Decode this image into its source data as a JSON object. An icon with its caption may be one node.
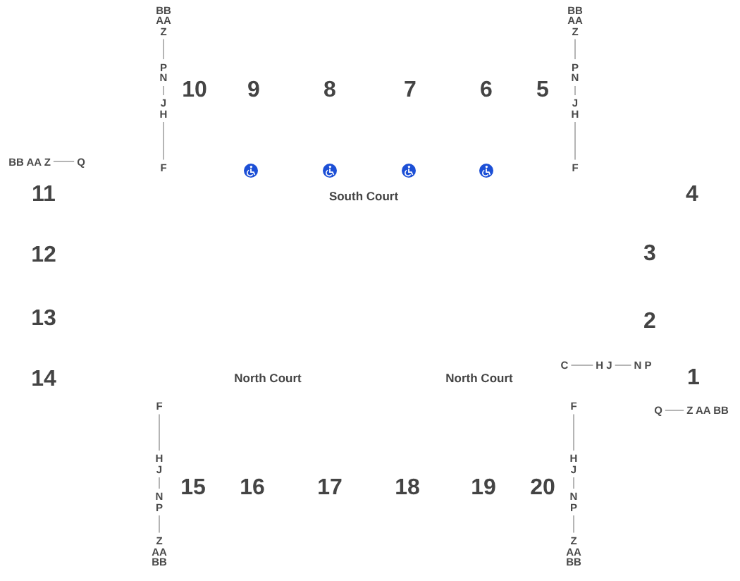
{
  "diagram": {
    "nodes": [
      {
        "text": [
          "BB AA Z"
        ]
      },
      {
        "text": [
          "P N"
        ]
      },
      {
        "text": [
          "J H"
        ]
      },
      {
        "text": [
          "F"
        ]
      },
      {
        "text": [
          "BB AA Z"
        ]
      },
      {
        "text": [
          "P N"
        ]
      },
      {
        "text": [
          "J H"
        ]
      },
      {
        "text": [
          "F"
        ]
      },
      {
        "text": [
          "BB AA Z"
        ]
      },
      {
        "text": [
          "Q"
        ]
      },
      {
        "text": [
          "C"
        ]
      },
      {
        "text": [
          "H J"
        ]
      },
      {
        "text": [
          "N P"
        ]
      },
      {
        "text": [
          "Q"
        ]
      },
      {
        "text": [
          "Z AA BB"
        ]
      },
      {
        "text": [
          "F"
        ]
      },
      {
        "text": [
          "H J"
        ]
      },
      {
        "text": [
          "N P"
        ]
      },
      {
        "text": [
          "Z AA BB"
        ]
      },
      {
        "text": [
          "F"
        ]
      },
      {
        "text": [
          "H J"
        ]
      },
      {
        "text": [
          "N P"
        ]
      },
      {
        "text": [
          "Z AA BB"
        ]
      }
    ],
    "edges": [
      {
        "from": 0,
        "to": 1,
        "arrow": "none"
      },
      {
        "from": 1,
        "to": 2,
        "arrow": "none"
      },
      {
        "from": 2,
        "to": 3,
        "arrow": "none"
      },
      {
        "from": 4,
        "to": 5,
        "arrow": "none"
      },
      {
        "from": 5,
        "to": 6,
        "arrow": "none"
      },
      {
        "from": 6,
        "to": 7,
        "arrow": "none"
      },
      {
        "from": 8,
        "to": 9,
        "arrow": "none"
      },
      {
        "from": 10,
        "to": 11,
        "arrow": "none"
      },
      {
        "from": 11,
        "to": 12,
        "arrow": "none"
      },
      {
        "from": 13,
        "to": 14,
        "arrow": "none"
      },
      {
        "from": 15,
        "to": 16,
        "arrow": "none"
      },
      {
        "from": 16,
        "to": 17,
        "arrow": "none"
      },
      {
        "from": 17,
        "to": 18,
        "arrow": "none"
      },
      {
        "from": 19,
        "to": 20,
        "arrow": "none"
      },
      {
        "from": 20,
        "to": 21,
        "arrow": "none"
      },
      {
        "from": 21,
        "to": 22,
        "arrow": "none"
      }
    ],
    "labels": [
      "10",
      "9",
      "8",
      "7",
      "6",
      "5",
      "11",
      "South Court",
      "4",
      "12",
      "3",
      "13",
      "2",
      "14",
      "North Court",
      "North Court",
      "1",
      "15",
      "16",
      "17",
      "18",
      "19",
      "20"
    ]
  }
}
